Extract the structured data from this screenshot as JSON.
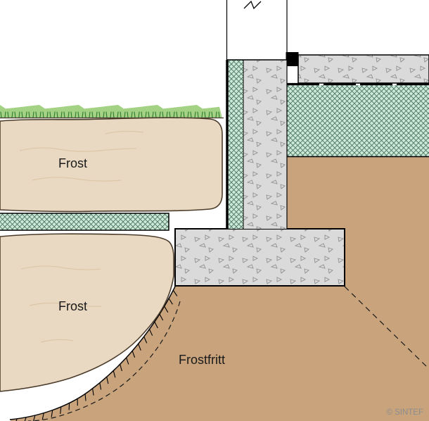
{
  "diagram": {
    "labels": {
      "frost_upper": "Frost",
      "frost_lower": "Frost",
      "frost_free": "Frostfritt"
    },
    "credit": "© SINTEF",
    "colors": {
      "background": "#ffffff",
      "frost_soil_fill": "#ead9c2",
      "frost_soil_outline": "#4b3b2a",
      "frost_free_soil_fill": "#c8a37c",
      "insulation_fill": "#cce8d8",
      "insulation_hatch": "#47705a",
      "concrete_fill": "#dadada",
      "concrete_speckle": "#8f8f8f",
      "grass_fill": "#a4d284",
      "grass_blade": "#2e7a31",
      "soil_texture": "#dcc6a8",
      "line_black": "#000000",
      "label_color": "#1a1a1a",
      "credit_color": "#8d8d8d"
    }
  }
}
